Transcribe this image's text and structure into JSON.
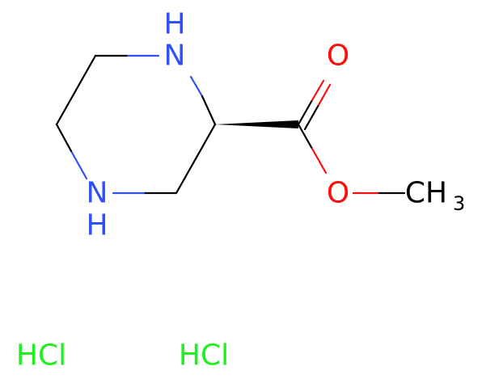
{
  "molecule": {
    "atoms": {
      "n1": "N",
      "n1_h": "H",
      "n4": "N",
      "n4_h": "H",
      "o_carbonyl": "O",
      "o_ester": "O",
      "methyl": "CH",
      "methyl_subscript": "3"
    },
    "salts": [
      "HCl",
      "HCl"
    ]
  },
  "colors": {
    "carbon_bond": "#000000",
    "nitrogen": "#3050F8",
    "oxygen": "#FF0D0D",
    "chlorine": "#1FF01F",
    "background": "#FFFFFF"
  }
}
